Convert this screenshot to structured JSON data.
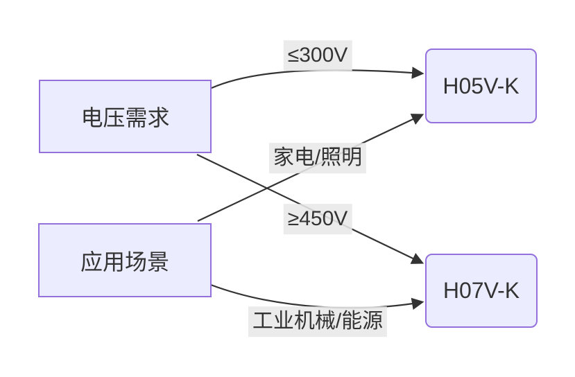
{
  "diagram": {
    "type": "flowchart",
    "direction": "left-to-right",
    "nodes": [
      {
        "id": "voltage-requirement",
        "label": "电压需求",
        "shape": "rectangle"
      },
      {
        "id": "application-scenario",
        "label": "应用场景",
        "shape": "rectangle"
      },
      {
        "id": "h05vk",
        "label": "H05V-K",
        "shape": "rounded-rectangle"
      },
      {
        "id": "h07vk",
        "label": "H07V-K",
        "shape": "rounded-rectangle"
      }
    ],
    "edges": [
      {
        "from": "电压需求",
        "to": "H05V-K",
        "label": "≤300V"
      },
      {
        "from": "应用场景",
        "to": "H05V-K",
        "label": "家电/照明"
      },
      {
        "from": "电压需求",
        "to": "H07V-K",
        "label": "≥450V"
      },
      {
        "from": "应用场景",
        "to": "H07V-K",
        "label": "工业机械/能源"
      }
    ],
    "colors": {
      "node_fill": "#ECECFF",
      "node_border": "#9370DB",
      "edge_line": "#333333",
      "edge_label_background": "#e8e8e8",
      "text": "#333333",
      "canvas_background": "#ffffff"
    }
  }
}
